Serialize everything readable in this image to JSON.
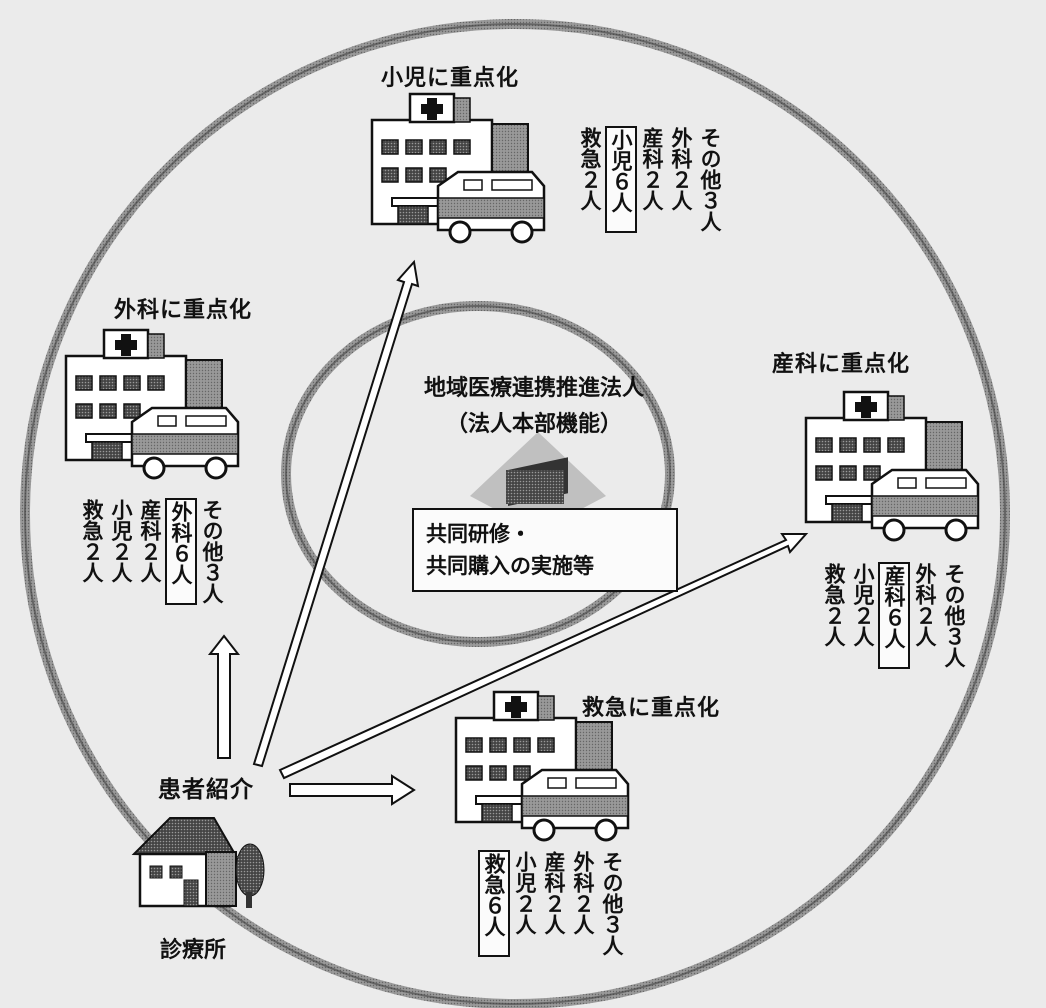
{
  "center": {
    "title_line1": "地域医療連携推進法人",
    "title_line2": "（法人本部機能）",
    "box_line1": "共同研修・",
    "box_line2": "共同購入の実施等"
  },
  "hospitals": [
    {
      "label": "小児に重点化",
      "staff": [
        {
          "text": "その他３人",
          "highlight": false
        },
        {
          "text": "外科２人",
          "highlight": false
        },
        {
          "text": "産科２人",
          "highlight": false
        },
        {
          "text": "小児６人",
          "highlight": true
        },
        {
          "text": "救急２人",
          "highlight": false
        }
      ]
    },
    {
      "label": "外科に重点化",
      "staff": [
        {
          "text": "その他３人",
          "highlight": false
        },
        {
          "text": "外科６人",
          "highlight": true
        },
        {
          "text": "産科２人",
          "highlight": false
        },
        {
          "text": "小児２人",
          "highlight": false
        },
        {
          "text": "救急２人",
          "highlight": false
        }
      ]
    },
    {
      "label": "産科に重点化",
      "staff": [
        {
          "text": "その他３人",
          "highlight": false
        },
        {
          "text": "外科２人",
          "highlight": false
        },
        {
          "text": "産科６人",
          "highlight": true
        },
        {
          "text": "小児２人",
          "highlight": false
        },
        {
          "text": "救急２人",
          "highlight": false
        }
      ]
    },
    {
      "label": "救急に重点化",
      "staff": [
        {
          "text": "その他３人",
          "highlight": false
        },
        {
          "text": "外科２人",
          "highlight": false
        },
        {
          "text": "産科２人",
          "highlight": false
        },
        {
          "text": "小児２人",
          "highlight": false
        },
        {
          "text": "救急６人",
          "highlight": true
        }
      ]
    }
  ],
  "referral_label": "患者紹介",
  "clinic_label": "診療所"
}
